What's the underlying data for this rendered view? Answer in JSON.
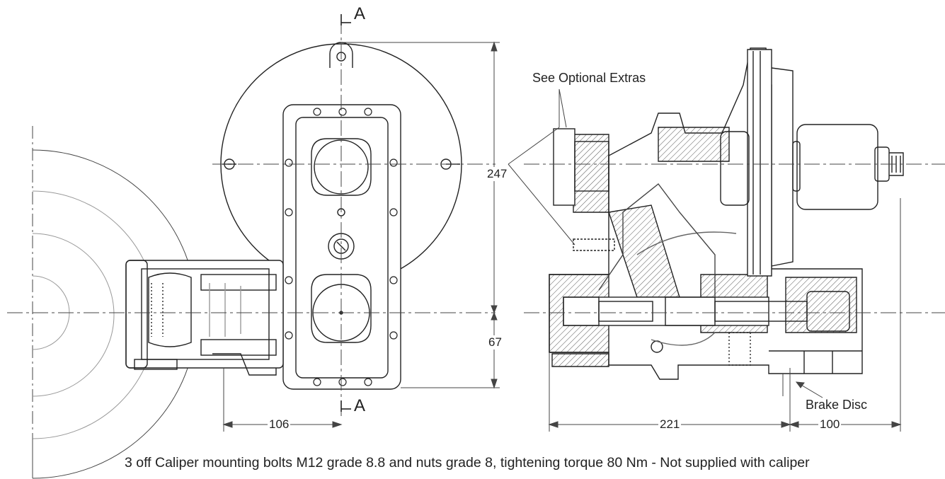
{
  "labels": {
    "section_top": "A",
    "section_bottom": "A",
    "dim_height_total": "247",
    "dim_height_lower": "67",
    "dim_width_left": "106",
    "dim_width_body": "221",
    "dim_width_right": "100",
    "see_optional_extras": "See Optional Extras",
    "brake_disc": "Brake Disc"
  },
  "caption": "3 off Caliper mounting bolts M12 grade 8.8 and nuts grade 8, tightening torque 80 Nm - Not supplied with caliper"
}
